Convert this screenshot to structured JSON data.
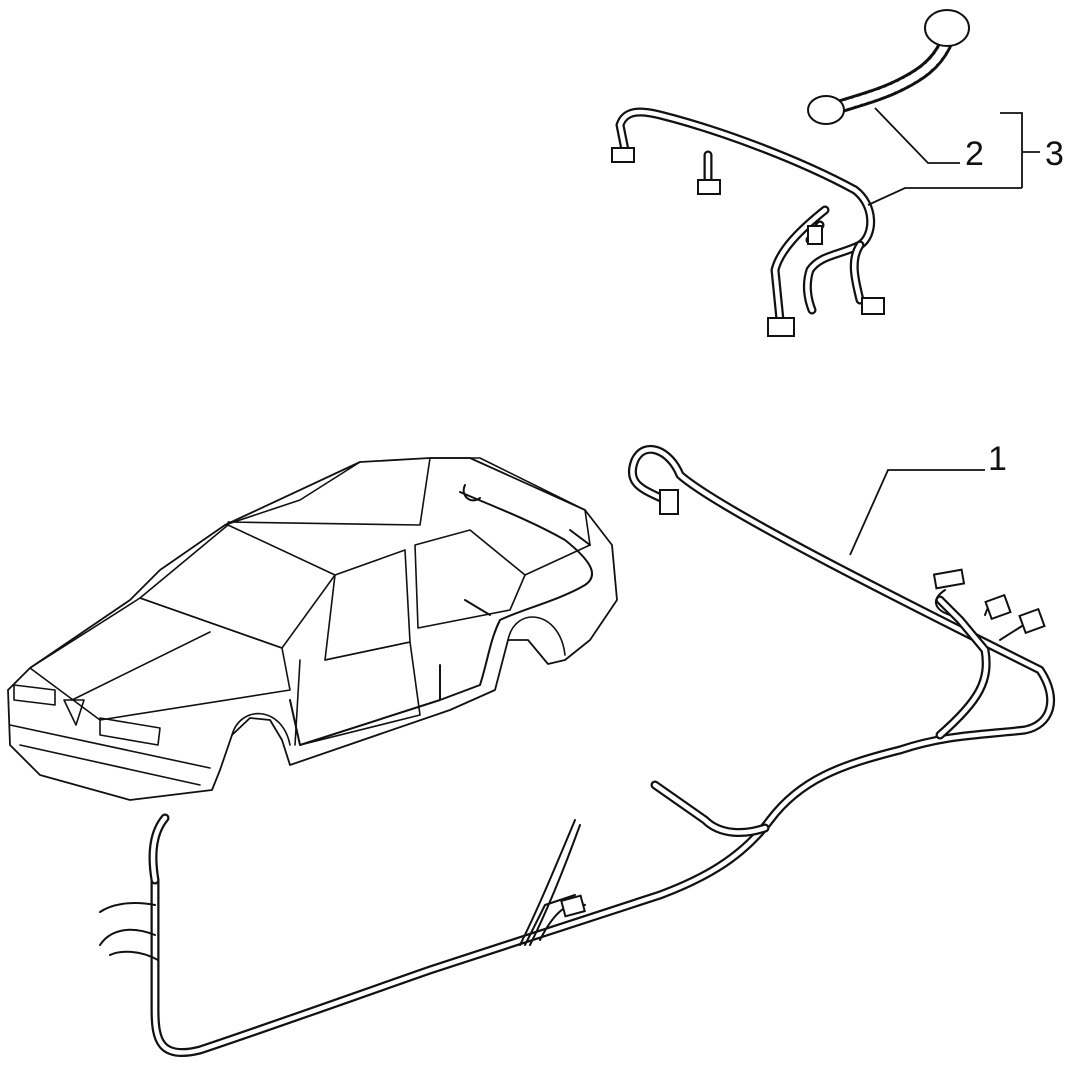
{
  "callouts": {
    "one": "1",
    "two": "2",
    "three": "3"
  },
  "colors": {
    "line": "#111111",
    "background": "#ffffff"
  }
}
